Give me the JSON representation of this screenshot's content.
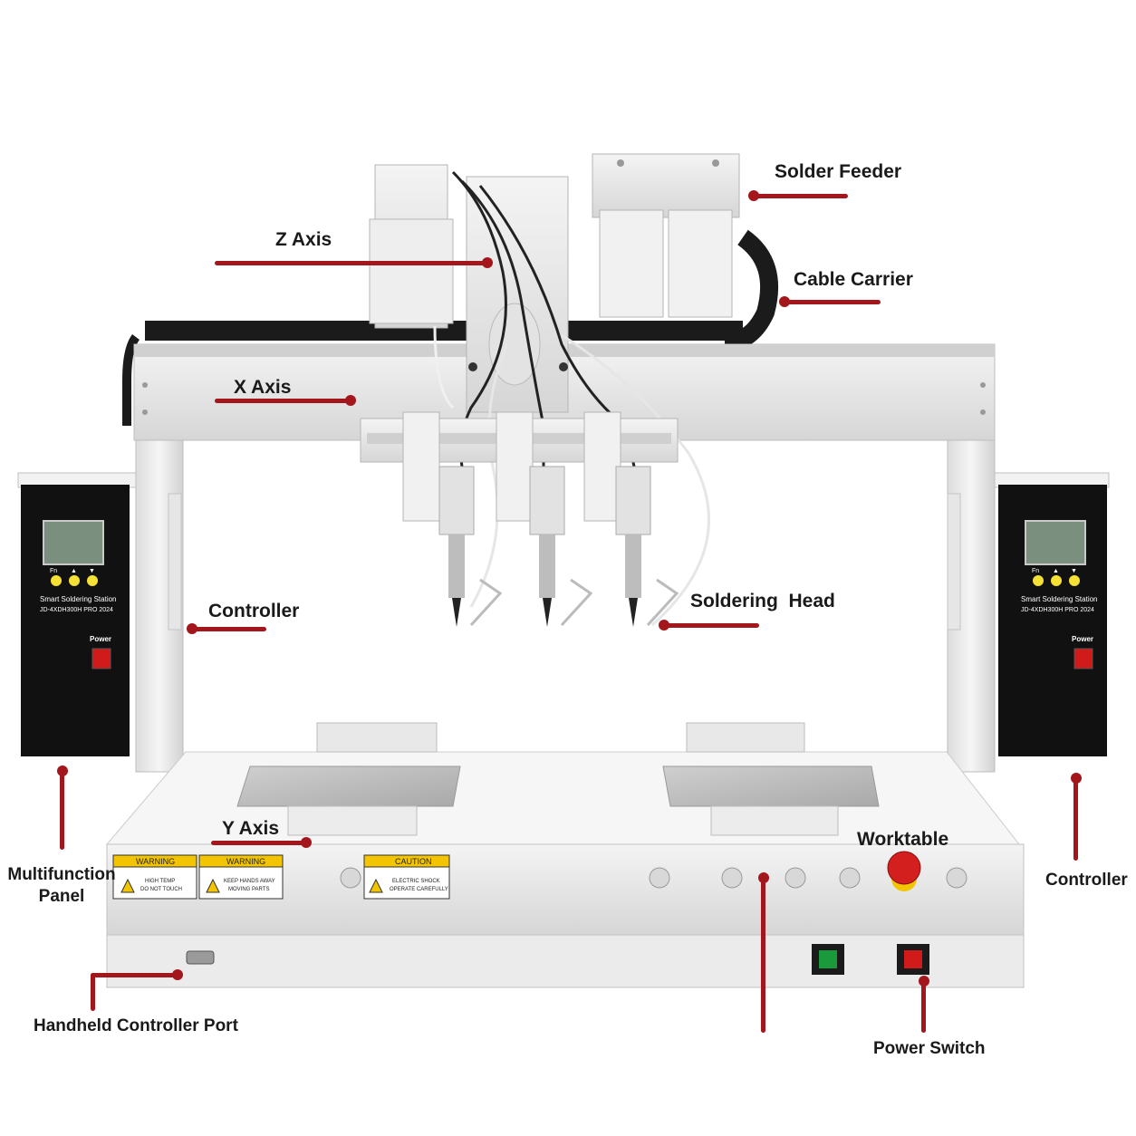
{
  "callouts": {
    "solder_feeder": "Solder Feeder",
    "z_axis": "Z Axis",
    "cable_carrier": "Cable Carrier",
    "x_axis": "X Axis",
    "controller_left": "Controller",
    "soldering_head": "Soldering  Head",
    "y_axis": "Y Axis",
    "worktable": "Worktable",
    "multifunction_panel": "Multifunction Panel",
    "controller_right": "Controller",
    "handheld_controller_port": "Handheld Controller Port",
    "power_switch": "Power Switch"
  },
  "controller_box": {
    "buttons": [
      "Fn",
      "▲",
      "▼"
    ],
    "name": "Smart Soldering Station",
    "model": "JD-4XDH300H PRO 2024",
    "power_label": "Power"
  },
  "signs": [
    {
      "title": "WARNING",
      "line1": "HIGH TEMP",
      "line2": "DO NOT TOUCH"
    },
    {
      "title": "WARNING",
      "line1": "KEEP HANDS AWAY",
      "line2": "MOVING PARTS"
    },
    {
      "title": "CAUTION",
      "line1": "ELECTRIC SHOCK",
      "line2": "OPERATE CAREFULLY"
    }
  ],
  "colors": {
    "callout_line": "#a3161c",
    "frame": "#ececec",
    "controller_panel": "#111111",
    "display": "#7a8f7e",
    "warning_yellow": "#f2c500",
    "switch_green": "#1a9a3a",
    "switch_red": "#d11a1a",
    "estop_red": "#d41f1f"
  }
}
